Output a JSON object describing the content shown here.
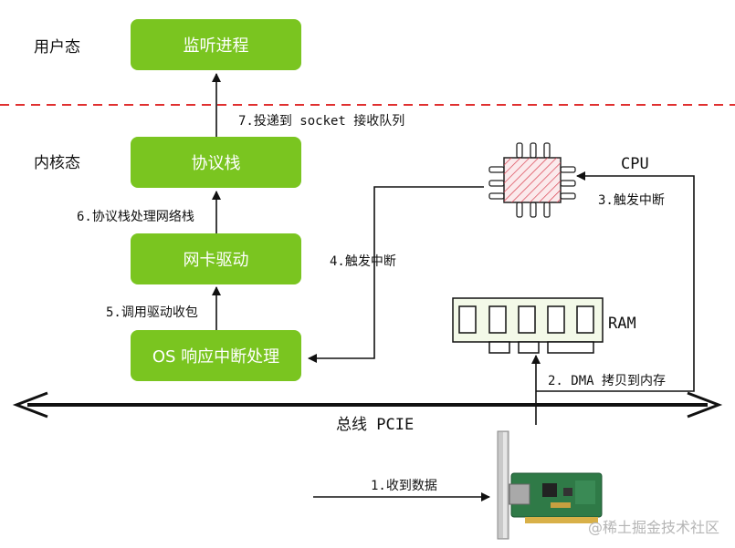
{
  "zones": {
    "user_space": "用户态",
    "kernel_space": "内核态"
  },
  "boxes": {
    "listen_process": "监听进程",
    "protocol_stack": "协议栈",
    "nic_driver": "网卡驱动",
    "os_interrupt": "OS 响应中断处理"
  },
  "components": {
    "cpu": "CPU",
    "ram": "RAM",
    "bus": "总线 PCIE"
  },
  "steps": {
    "s1": "1.收到数据",
    "s2": "2. DMA 拷贝到内存",
    "s3": "3.触发中断",
    "s4": "4.触发中断",
    "s5": "5.调用驱动收包",
    "s6": "6.协议栈处理网络栈",
    "s7": "7.投递到 socket 接收队列"
  },
  "watermark": "@稀土掘金技术社区",
  "colors": {
    "box": "#7ac520",
    "boundary": "#e03030",
    "cpu_hatch": "#d94050"
  }
}
